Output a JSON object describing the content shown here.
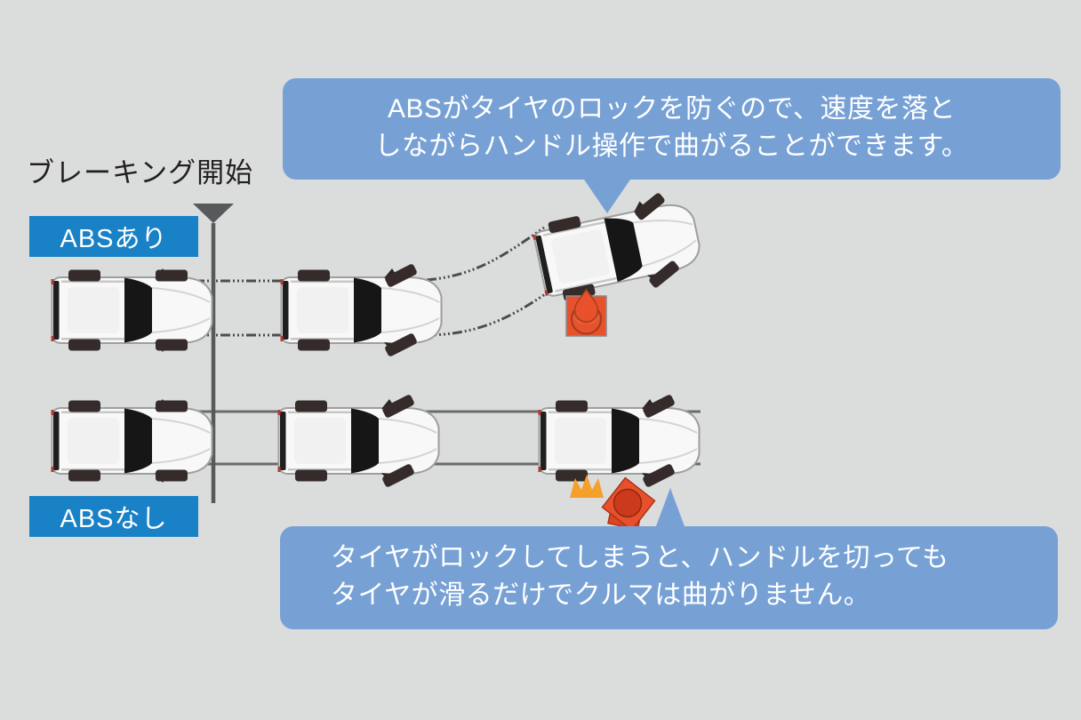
{
  "diagram": {
    "type": "abs-braking-comparison",
    "marker_label": "ブレーキング開始",
    "badges": {
      "abs_on": "ABSあり",
      "abs_off": "ABSなし"
    },
    "callouts": {
      "abs_on": {
        "line1": "ABSがタイヤのロックを防ぐので、速度を落と",
        "line2": "しながらハンドル操作で曲がることができます。",
        "full_text": "ABSがタイヤのロックを防ぐので、速度を落としながらハンドル操作で曲がることができます。"
      },
      "abs_off": {
        "line1": "タイヤがロックしてしまうと、ハンドルを切っても",
        "line2": "タイヤが滑るだけでクルマは曲がりません。",
        "full_text": "タイヤがロックしてしまうと、ハンドルを切ってもタイヤが滑るだけでクルマは曲がりません。"
      }
    },
    "rows": [
      {
        "name": "abs_on_row",
        "cars": 3,
        "track_style": "dash-dot",
        "result": "car turns while braking"
      },
      {
        "name": "abs_off_row",
        "cars": 3,
        "track_style": "solid",
        "result": "car skids straight"
      }
    ],
    "icons": [
      "braking-start-marker-icon",
      "abs-pulse-icon",
      "skid-spark-icon",
      "locked-tire-icon"
    ],
    "colors": {
      "background": "#dbdcdc",
      "bubble_blue": "#77a1d5",
      "badge_blue": "#1981c5",
      "marker_gray": "#58595b",
      "icon_orange": "#e8512b",
      "spark_orange": "#f5a02a",
      "text_dark": "#221f1f",
      "text_white": "#ffffff"
    }
  }
}
